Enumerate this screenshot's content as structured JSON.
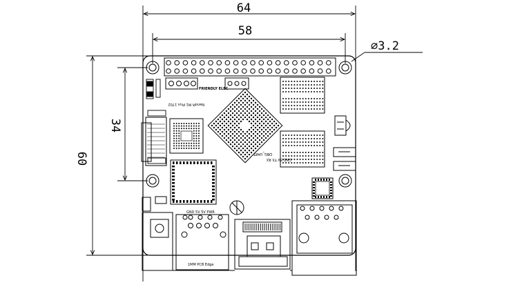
{
  "dimensions": {
    "board_width": "64",
    "hole_span_x": "58",
    "hole_diameter": "⌀3.2",
    "hole_span_y": "34",
    "board_height": "60"
  },
  "board_labels": {
    "silkscreen_brand": "FRIENDLY ELEC",
    "model_line": "NanoPi M1 Plus 1702",
    "debug_uart": "DBG_UART",
    "uart_pins": "GND 5V TX RX",
    "edge_note": "1MM PCB Edge",
    "power_pins": "GND  5V  5V  PWR"
  },
  "colors": {
    "line": "#000000",
    "background": "#ffffff"
  }
}
